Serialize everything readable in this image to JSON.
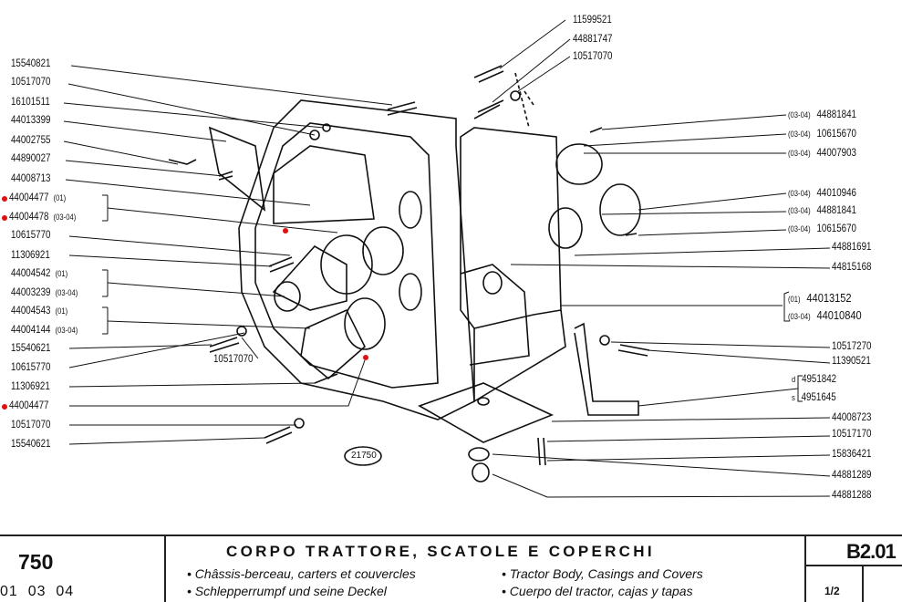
{
  "left_labels": [
    {
      "code": "15540821",
      "variant": ""
    },
    {
      "code": "10517070",
      "variant": ""
    },
    {
      "code": "16101511",
      "variant": ""
    },
    {
      "code": "44013399",
      "variant": ""
    },
    {
      "code": "44002755",
      "variant": ""
    },
    {
      "code": "44890027",
      "variant": ""
    },
    {
      "code": "44008713",
      "variant": ""
    },
    {
      "code": "44004477",
      "variant": "(01)",
      "marked": true
    },
    {
      "code": "44004478",
      "variant": "(03-04)",
      "marked": true
    },
    {
      "code": "10615770",
      "variant": ""
    },
    {
      "code": "11306921",
      "variant": ""
    },
    {
      "code": "44004542",
      "variant": "(01)"
    },
    {
      "code": "44003239",
      "variant": "(03-04)"
    },
    {
      "code": "44004543",
      "variant": "(01)"
    },
    {
      "code": "44004144",
      "variant": "(03-04)"
    },
    {
      "code": "15540621",
      "variant": ""
    },
    {
      "code": "10615770",
      "variant": ""
    },
    {
      "code": "11306921",
      "variant": ""
    },
    {
      "code": "44004477",
      "variant": "",
      "marked": true
    },
    {
      "code": "10517070",
      "variant": ""
    },
    {
      "code": "15540621",
      "variant": ""
    }
  ],
  "right_labels": [
    {
      "code": "44881841",
      "variant": "(03-04)"
    },
    {
      "code": "10615670",
      "variant": "(03-04)"
    },
    {
      "code": "44007903",
      "variant": "(03-04)"
    },
    {
      "code": "44010946",
      "variant": "(03-04)"
    },
    {
      "code": "44881841",
      "variant": "(03-04)"
    },
    {
      "code": "10615670",
      "variant": "(03-04)"
    },
    {
      "code": "44881691",
      "variant": ""
    },
    {
      "code": "44815168",
      "variant": ""
    },
    {
      "code": "44013152",
      "variant": "(01)"
    },
    {
      "code": "44010840",
      "variant": "(03-04)"
    },
    {
      "code": "10517270",
      "variant": ""
    },
    {
      "code": "11390521",
      "variant": ""
    },
    {
      "code": "4951842",
      "variant": "d"
    },
    {
      "code": "4951645",
      "variant": "s"
    },
    {
      "code": "44008723",
      "variant": ""
    },
    {
      "code": "10517170",
      "variant": ""
    },
    {
      "code": "15836421",
      "variant": ""
    },
    {
      "code": "44881289",
      "variant": ""
    },
    {
      "code": "44881288",
      "variant": ""
    }
  ],
  "top_labels": [
    {
      "code": "11599521"
    },
    {
      "code": "44881747"
    },
    {
      "code": "10517070"
    }
  ],
  "inline_labels": [
    {
      "code": "10517070"
    }
  ],
  "figure_number": "21750",
  "footer": {
    "model": "750",
    "versions": "01  03  04",
    "title": "CORPO TRATTORE, SCATOLE E COPERCHI",
    "subtitle_fr": "• Châssis-berceau, carters et couvercles",
    "subtitle_de": "• Schlepperrumpf und seine Deckel",
    "subtitle_en": "• Tractor Body, Casings and Covers",
    "subtitle_es": "• Cuerpo del tractor, cajas y tapas",
    "section": "B2.01",
    "page": "1/2"
  },
  "colors": {
    "ink": "#111111",
    "marker": "#e01010"
  }
}
